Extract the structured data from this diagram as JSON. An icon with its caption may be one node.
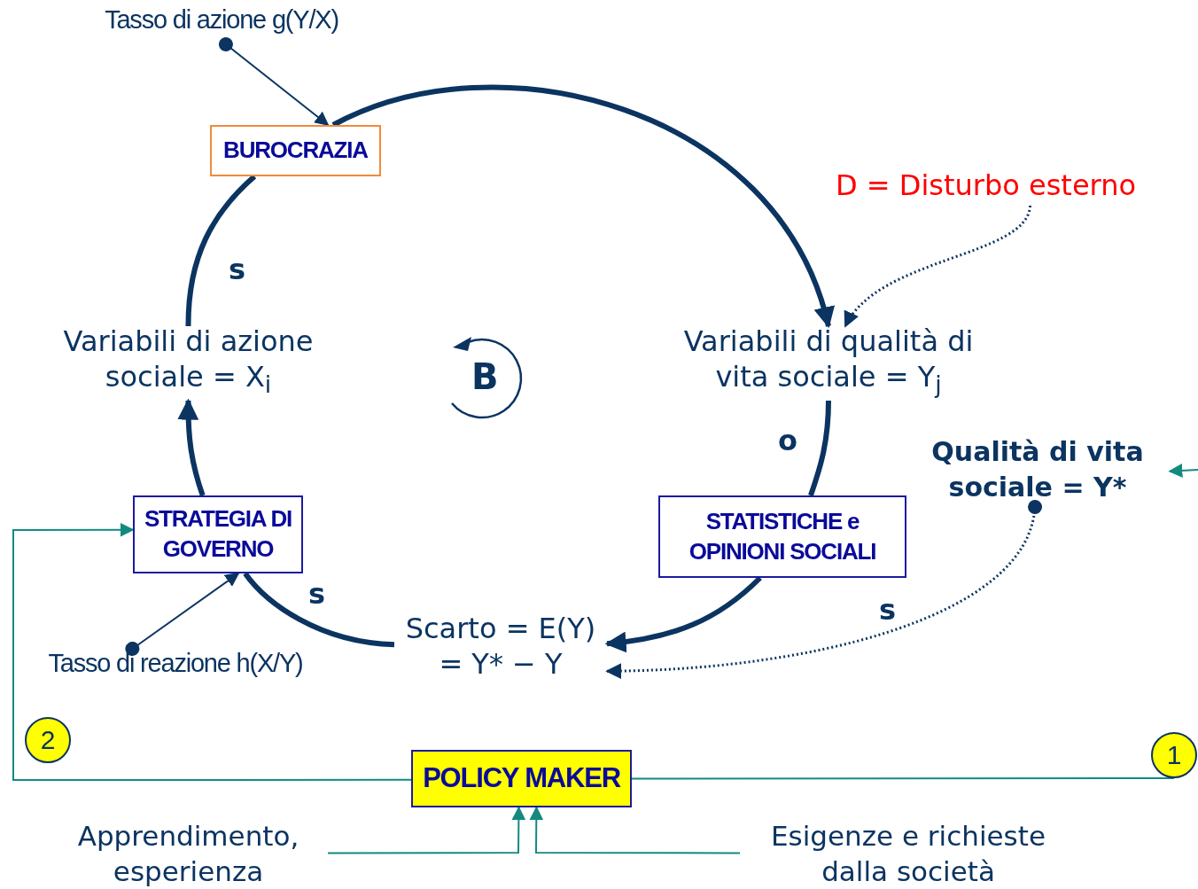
{
  "diagram": {
    "nodes": [
      {
        "text": [
          "Tasso di azione g(Y/X)"
        ]
      },
      {
        "text": [
          "BUROCRAZIA"
        ]
      },
      {
        "text": [
          "Variabili di azione sociale = X$_{i}$"
        ]
      },
      {
        "text": [
          "Variabili di qualità di vita sociale = Y$_{j}$"
        ]
      },
      {
        "text": [
          "D = Disturbo esterno"
        ]
      },
      {
        "text": [
          "STATISTICHE e OPINIONI SOCIALI"
        ]
      },
      {
        "text": [
          "Qualità di vita sociale = Y*"
        ]
      },
      {
        "text": [
          "Scarto = E(Y) = Y* − Y"
        ]
      },
      {
        "text": [
          "STRATEGIA DI GOVERNO"
        ]
      },
      {
        "text": [
          "Tasso di reazione h(X/Y)"
        ]
      },
      {
        "text": [
          "POLICY MAKER"
        ]
      },
      {
        "text": [
          "Apprendimento, esperienza"
        ]
      },
      {
        "text": [
          "Esigenze e richieste dalla società"
        ]
      },
      {
        "text": [
          "2"
        ]
      },
      {
        "text": [
          "1"
        ]
      }
    ],
    "edges": [
      {
        "from": 0,
        "to": 1,
        "arrow": "to"
      },
      {
        "from": 1,
        "to": 3,
        "arrow": "to",
        "style": "thick"
      },
      {
        "from": 2,
        "to": 1,
        "arrow": "none",
        "style": "thick",
        "label": "s"
      },
      {
        "from": 3,
        "to": 5,
        "arrow": "none",
        "style": "thick",
        "label": "o"
      },
      {
        "from": 5,
        "to": 7,
        "arrow": "to",
        "style": "thick"
      },
      {
        "from": 7,
        "to": 8,
        "arrow": "none",
        "style": "thick",
        "label": "s"
      },
      {
        "from": 8,
        "to": 2,
        "arrow": "to",
        "style": "thick"
      },
      {
        "from": 4,
        "to": 3,
        "arrow": "to",
        "style": "dashed"
      },
      {
        "from": 6,
        "to": 7,
        "arrow": "to",
        "style": "dashed",
        "label": "s"
      },
      {
        "from": 9,
        "to": 8,
        "arrow": "to"
      },
      {
        "from": 10,
        "to": 8,
        "arrow": "to",
        "color": "#138a80"
      },
      {
        "from": 10,
        "to": 14,
        "arrow": "none",
        "color": "#138a80"
      },
      {
        "from": null,
        "to": 6,
        "arrow": "to",
        "color": "#138a80"
      },
      {
        "from": 11,
        "to": 10,
        "arrow": "to",
        "color": "#138a80"
      },
      {
        "from": 12,
        "to": 10,
        "arrow": "to",
        "color": "#138a80"
      }
    ],
    "labels": [
      "B"
    ]
  }
}
